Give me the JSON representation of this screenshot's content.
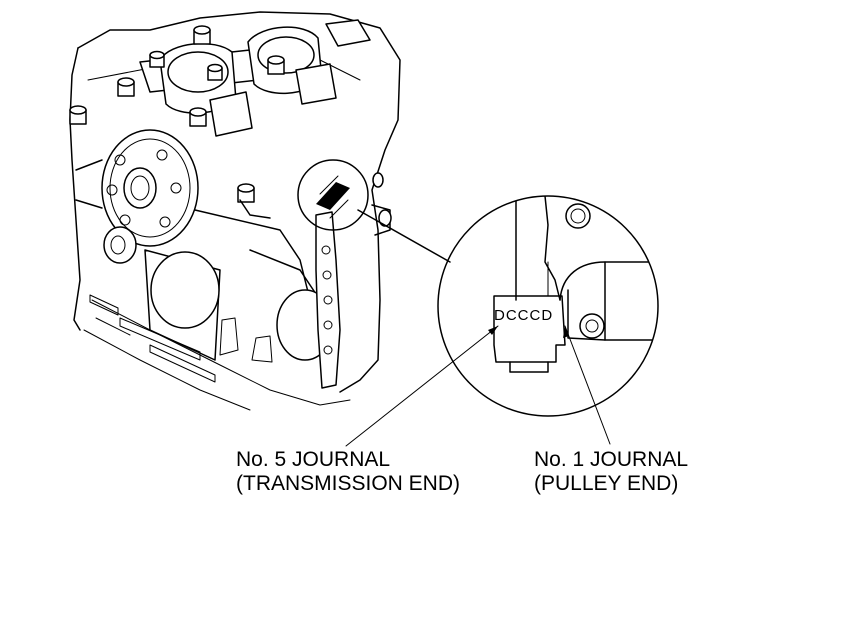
{
  "journal_code": "DCCCD",
  "callouts": {
    "no5": {
      "line1": "No. 5 JOURNAL",
      "line2": "(TRANSMISSION END)"
    },
    "no1": {
      "line1": "No. 1 JOURNAL",
      "line2": "(PULLEY END)"
    }
  }
}
